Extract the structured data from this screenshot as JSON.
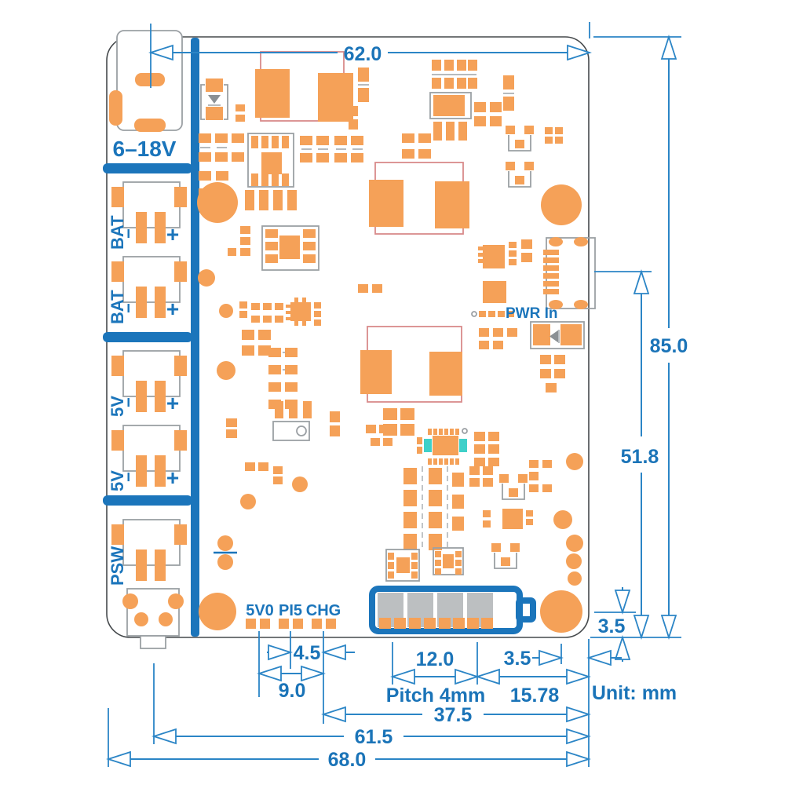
{
  "diagram": {
    "connectors": {
      "dc_label": "6–18V",
      "bat": "BAT",
      "v5": "5V",
      "psw": "PSW",
      "pwr_in": "PWR In",
      "plus": "+",
      "minus": "−"
    },
    "leds": {
      "l1": "5V0",
      "l2": "PI5",
      "l3": "CHG"
    },
    "dims": {
      "width_top": "62.0",
      "height_total": "85.0",
      "usb_to_bottom": "51.8",
      "hole_to_edge": "3.5",
      "led_pitch": "4.5",
      "led_span": "9.0",
      "pin_span": "12.0",
      "pitch_label": "Pitch 4mm",
      "holder_to_edge": "3.5",
      "pins_to_edge": "15.78",
      "chg_to_edge": "37.5",
      "inner_width": "61.5",
      "total_width": "68.0",
      "unit": "Unit: mm"
    },
    "colors": {
      "pad_orange": "#F5A158",
      "connector_blue": "#1B75BB",
      "dimension_line_blue": "#2B85C6",
      "dimension_text_blue": "#1B74B8",
      "transformer_pink": "#D98B8B",
      "outline_gray": "#9BA0A4",
      "highlight_teal": "#3FD0C9"
    }
  }
}
